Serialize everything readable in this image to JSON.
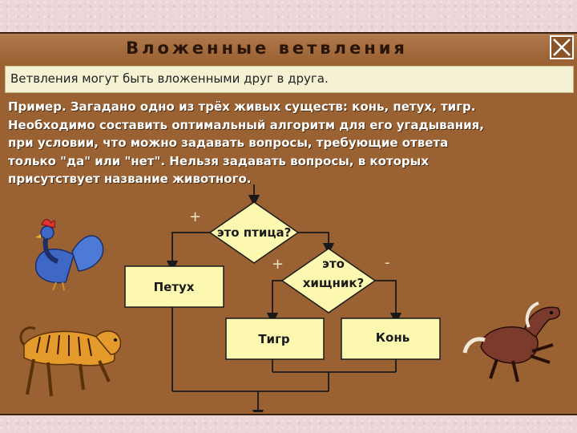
{
  "window": {
    "title": "Вложенные ветвления",
    "info": "Ветвления могут быть вложенными друг в друга."
  },
  "example": {
    "lines": [
      "Пример. Загадано одно из трёх живых существ: конь, петух, тигр.",
      "Необходимо составить оптимальный алгоритм для его угадывания,",
      "при условии, что можно задавать вопросы, требующие ответа",
      "только \"да\" или \"нет\". Нельзя задавать вопросы, в которых",
      "присутствует название животного."
    ]
  },
  "flowchart": {
    "question1": "это птица?",
    "question2_line1": "это",
    "question2_line2": "хищник?",
    "answer_rooster": "Петух",
    "answer_tiger": "Тигр",
    "answer_horse": "Конь",
    "yes_sign_1": "+",
    "yes_sign_2": "+",
    "no_sign": "-"
  },
  "colors": {
    "background": "#9a6132",
    "box_fill": "#fdf8b0",
    "title_text": "#2a1608",
    "example_text": "#ffffff"
  },
  "icons": {
    "close": "close-x-icon",
    "rooster": "rooster-icon",
    "tiger": "tiger-icon",
    "horse": "horse-icon"
  }
}
